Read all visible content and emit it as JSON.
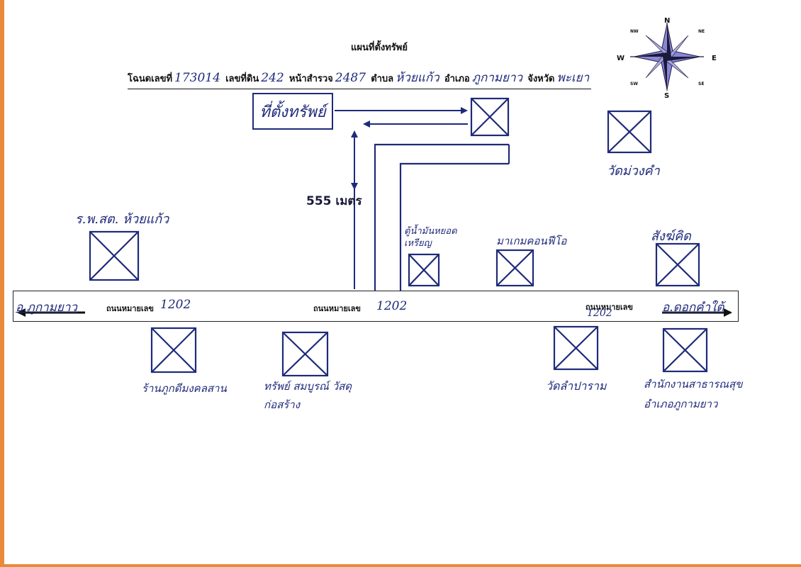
{
  "title": "แผนที่ตั้งทรัพย์",
  "deed": {
    "deed_label": "โฉนดเลขที่",
    "deed_no": "173014",
    "land_label": "เลขที่ดิน",
    "land_no": "242",
    "survey_label": "หน้าสำรวจ",
    "survey_no": "2487",
    "subdistrict_label": "ตำบล",
    "subdistrict": "ห้วยแก้ว",
    "district_label": "อำเภอ",
    "district": "ภูกามยาว",
    "province_label": "จังหวัด",
    "province": "พะเยา"
  },
  "site_label": "ที่ตั้งทรัพย์",
  "distance_label": "555 เมตร",
  "compass": {
    "n": "N",
    "s": "S",
    "e": "E",
    "w": "W",
    "nw": "NW",
    "ne": "NE",
    "sw": "SW",
    "se": "SE"
  },
  "road": {
    "name_label": "ถนนหมายเลข",
    "number": "1202",
    "left_dest": "อ.ภูกามยาว",
    "right_dest": "อ.ดอกคำใต้"
  },
  "landmarks": {
    "wat_muang_tam": "วัดม่วงคำ",
    "rph_huay_kaew": "ร.พ.สต. ห้วยแก้ว",
    "bank": "ตู้น้ำมันหยอดเหรียญ",
    "market": "มาเกมคอนฟีโอ",
    "sang_khong": "สังฆ์คิด",
    "pha_nam": "ร้านภูกดีมงคลสาน",
    "hardware": "ทรัพย์ สมบูรณ์ วัสดุ ก่อสร้าง",
    "temple_pa": "วัดลำปาราม",
    "office": "สำนักงานสาธารณสุข อำเภอภูกามยาว"
  },
  "colors": {
    "ink": "#1f2a7a",
    "print": "#111111",
    "compass_fill": "#8a86d6",
    "compass_dark": "#1a1a3a",
    "paper_edge": "#e98a3a"
  }
}
